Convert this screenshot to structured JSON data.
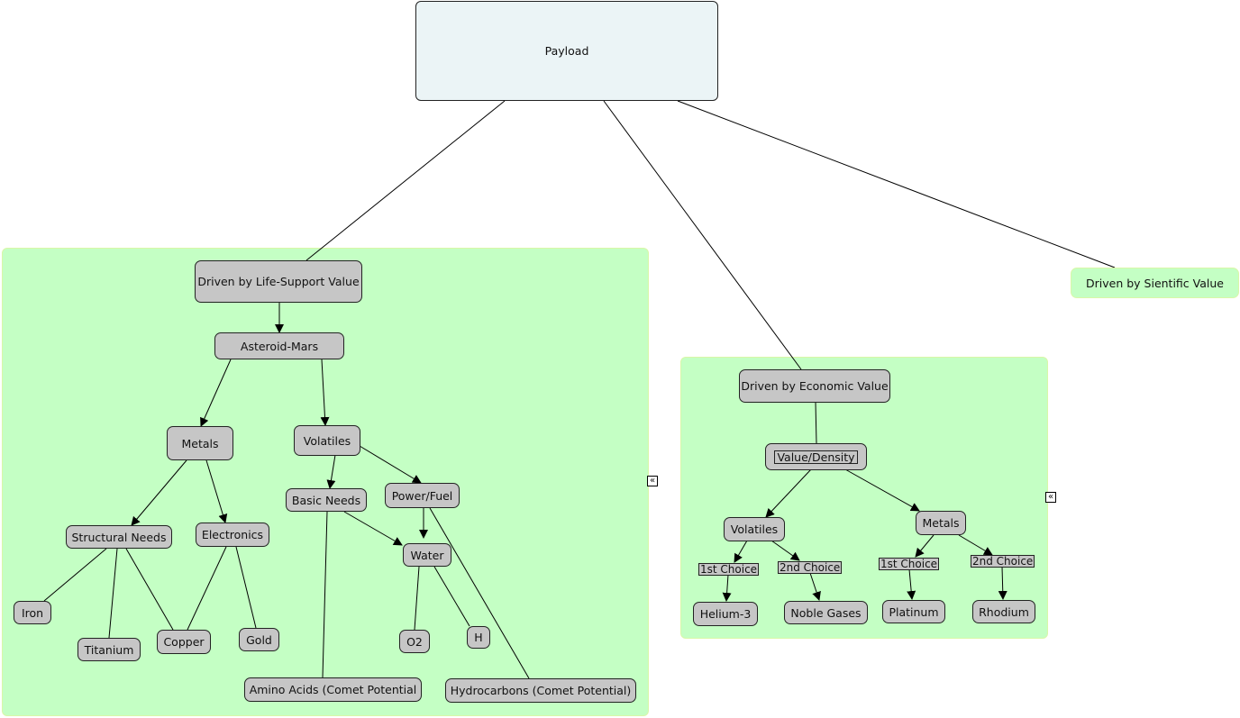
{
  "nodes": {
    "payload": "Payload",
    "life_support": "Driven by Life-Support Value",
    "asteroid_mars": "Asteroid-Mars",
    "metals_left": "Metals",
    "volatiles_left": "Volatiles",
    "structural_needs": "Structural Needs",
    "electronics": "Electronics",
    "iron": "Iron",
    "titanium": "Titanium",
    "copper": "Copper",
    "gold": "Gold",
    "basic_needs": "Basic Needs",
    "power_fuel": "Power/Fuel",
    "water": "Water",
    "o2": "O2",
    "h": "H",
    "amino_acids": "Amino Acids (Comet Potential",
    "hydrocarbons": "Hydrocarbons (Comet Potential)",
    "economic": "Driven by Economic Value",
    "value_density": "Value/Density",
    "volatiles_right": "Volatiles",
    "metals_right": "Metals",
    "helium3": "Helium-3",
    "noble_gases": "Noble Gases",
    "platinum": "Platinum",
    "rhodium": "Rhodium",
    "scientific": "Driven by Sientific Value"
  },
  "link_labels": {
    "vol_first": "1st Choice",
    "vol_second": "2nd Choice",
    "met_first": "1st Choice",
    "met_second": "2nd Choice"
  },
  "controls": {
    "collapse_glyph": "«"
  },
  "colors": {
    "group_fill": "#c4ffc4",
    "node_fill": "#c6c6c6",
    "root_fill": "#ebf4f6"
  }
}
